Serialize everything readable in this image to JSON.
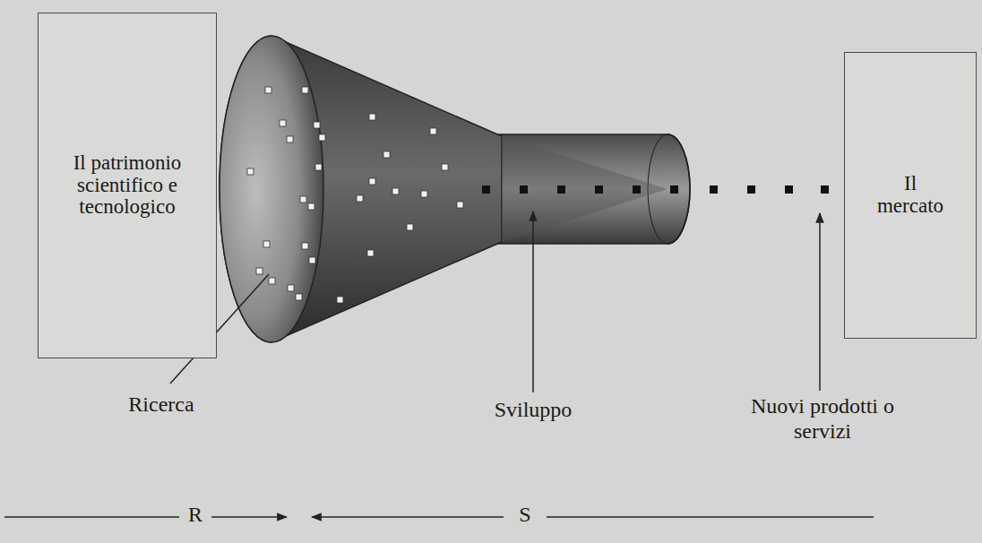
{
  "diagram": {
    "nodes": [
      {
        "text": [
          "Il patrimonio scientifico e tecnologico"
        ]
      },
      {
        "text": [
          "Il mercato"
        ]
      }
    ],
    "labels": [
      "Ricerca",
      "Sviluppo",
      "Nuovi prodotti o servizi",
      "R",
      "S"
    ]
  }
}
